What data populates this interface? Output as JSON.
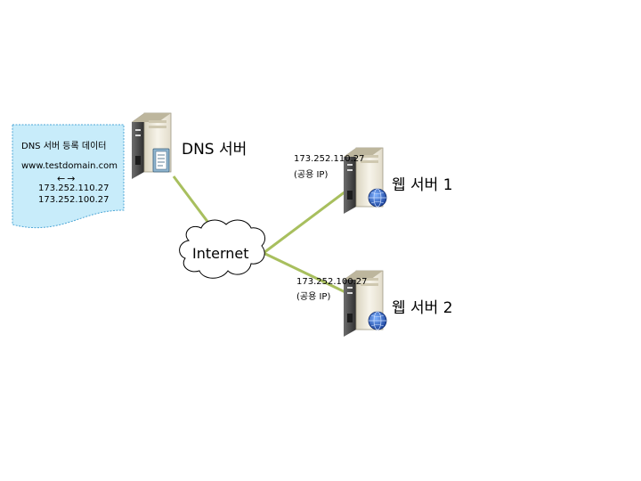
{
  "dns_record_doc": {
    "title": "DNS 서버 등록 데이터",
    "domain": "www.testdomain.com",
    "arrows": "←→",
    "ip_1": "173.252.110.27",
    "ip_2": "173.252.100.27"
  },
  "dns_server": {
    "label": "DNS 서버"
  },
  "cloud": {
    "label": "Internet"
  },
  "web_server_1": {
    "label": "웹 서버 1",
    "ip": "173.252.110.27",
    "ip_note": "(공용 IP)"
  },
  "web_server_2": {
    "label": "웹 서버 2",
    "ip": "173.252.100.27",
    "ip_note": "(공용 IP)"
  },
  "colors": {
    "doc_fill": "#c8ecfa",
    "doc_stroke": "#4da6d6",
    "link_line": "#a8bf5e",
    "server_body": "#f3efe2",
    "server_dark": "#3a3a3a",
    "globe": "#2a5fbf"
  }
}
